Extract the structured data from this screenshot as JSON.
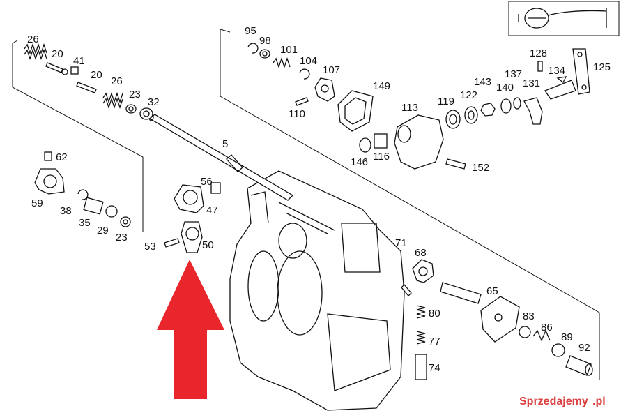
{
  "diagram": {
    "part_numbers": [
      {
        "id": "p26a",
        "label": "26"
      },
      {
        "id": "p20a",
        "label": "20"
      },
      {
        "id": "p41",
        "label": "41"
      },
      {
        "id": "p20b",
        "label": "20"
      },
      {
        "id": "p26b",
        "label": "26"
      },
      {
        "id": "p23a",
        "label": "23"
      },
      {
        "id": "p32",
        "label": "32"
      },
      {
        "id": "p5",
        "label": "5"
      },
      {
        "id": "p62",
        "label": "62"
      },
      {
        "id": "p59",
        "label": "59"
      },
      {
        "id": "p38",
        "label": "38"
      },
      {
        "id": "p35",
        "label": "35"
      },
      {
        "id": "p29",
        "label": "29"
      },
      {
        "id": "p23b",
        "label": "23"
      },
      {
        "id": "p56",
        "label": "56"
      },
      {
        "id": "p47",
        "label": "47"
      },
      {
        "id": "p53",
        "label": "53"
      },
      {
        "id": "p50",
        "label": "50"
      },
      {
        "id": "p95",
        "label": "95"
      },
      {
        "id": "p98",
        "label": "98"
      },
      {
        "id": "p101",
        "label": "101"
      },
      {
        "id": "p104",
        "label": "104"
      },
      {
        "id": "p107",
        "label": "107"
      },
      {
        "id": "p110",
        "label": "110"
      },
      {
        "id": "p149",
        "label": "149"
      },
      {
        "id": "p113",
        "label": "113"
      },
      {
        "id": "p119",
        "label": "119"
      },
      {
        "id": "p122",
        "label": "122"
      },
      {
        "id": "p143",
        "label": "143"
      },
      {
        "id": "p140",
        "label": "140"
      },
      {
        "id": "p137",
        "label": "137"
      },
      {
        "id": "p131",
        "label": "131"
      },
      {
        "id": "p128",
        "label": "128"
      },
      {
        "id": "p134",
        "label": "134"
      },
      {
        "id": "p125",
        "label": "125"
      },
      {
        "id": "p146",
        "label": "146"
      },
      {
        "id": "p116",
        "label": "116"
      },
      {
        "id": "p152",
        "label": "152"
      },
      {
        "id": "p71",
        "label": "71"
      },
      {
        "id": "p68",
        "label": "68"
      },
      {
        "id": "p65",
        "label": "65"
      },
      {
        "id": "p80",
        "label": "80"
      },
      {
        "id": "p77",
        "label": "77"
      },
      {
        "id": "p74",
        "label": "74"
      },
      {
        "id": "p83",
        "label": "83"
      },
      {
        "id": "p86",
        "label": "86"
      },
      {
        "id": "p89",
        "label": "89"
      },
      {
        "id": "p92",
        "label": "92"
      }
    ]
  },
  "watermark": {
    "text": "Sprzedajemy",
    "suffix": ".pl",
    "color": "#d92b2b"
  },
  "arrow": {
    "color": "#e8262b"
  }
}
